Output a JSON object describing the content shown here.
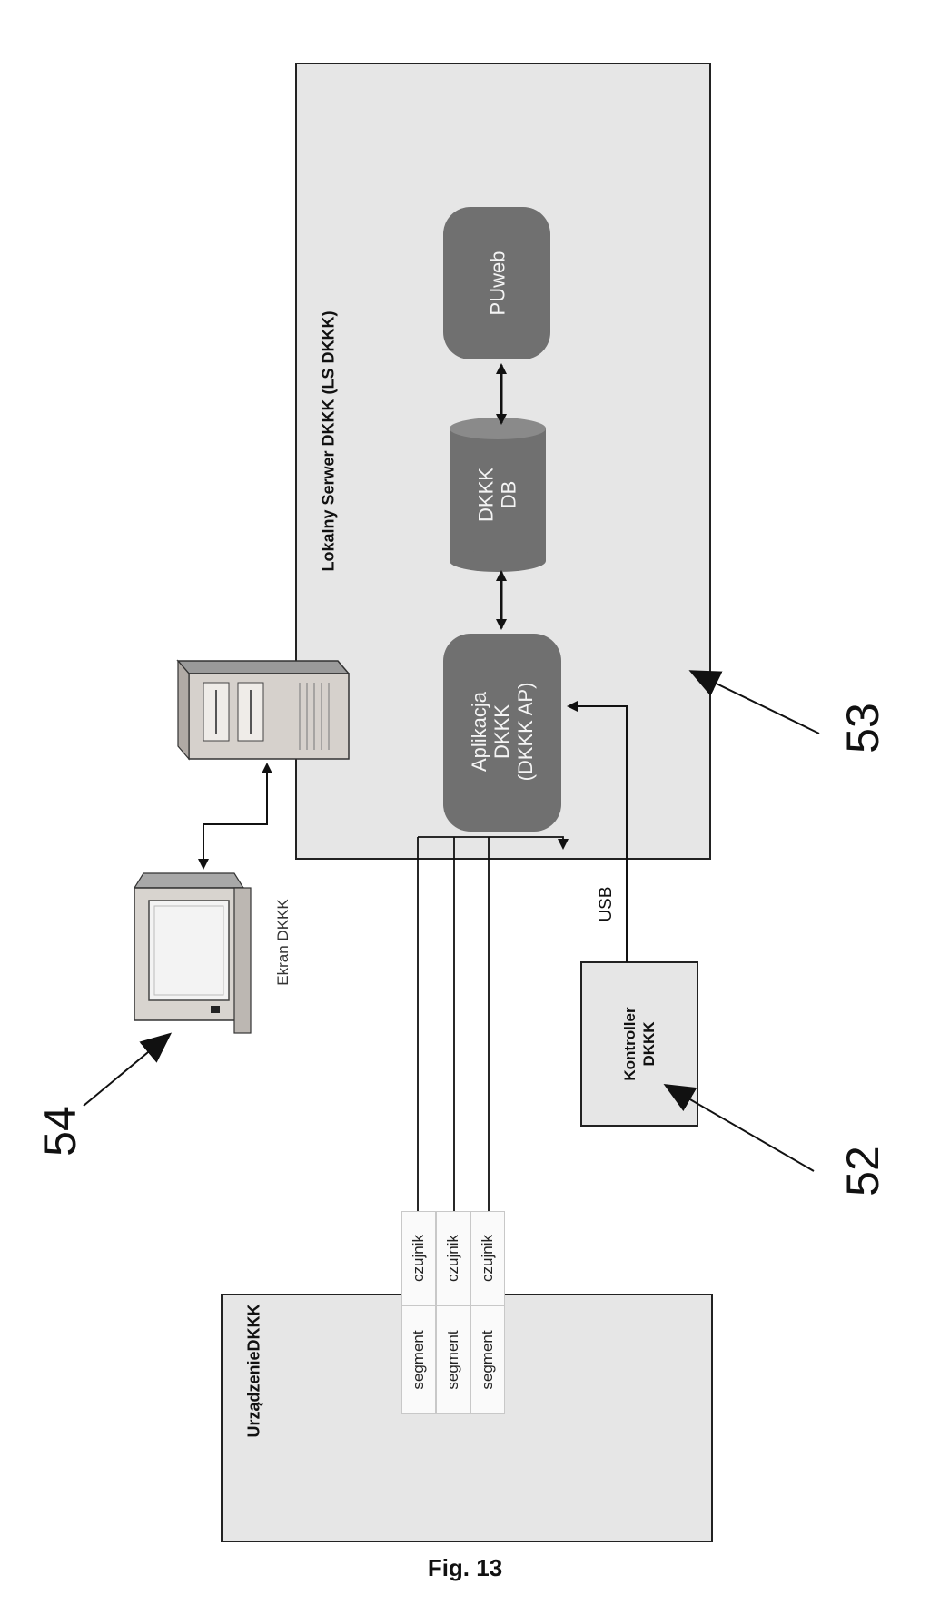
{
  "caption": "Fig. 13",
  "server": {
    "title": "Lokalny Serwer DKKK (LS DKKK)",
    "app_lines": [
      "Aplikacja",
      "DKKK",
      "(DKKK AP)"
    ],
    "db_lines": [
      "DKKK",
      "DB"
    ],
    "puweb": "PUweb"
  },
  "device": {
    "title": "UrządzenieDKKK",
    "rows": [
      {
        "segment": "segment",
        "sensor": "czujnik"
      },
      {
        "segment": "segment",
        "sensor": "czujnik"
      },
      {
        "segment": "segment",
        "sensor": "czujnik"
      }
    ]
  },
  "controller_lines": [
    "Kontroller",
    "DKKK"
  ],
  "usb_label": "USB",
  "screen_label": "Ekran DKKK",
  "refs": {
    "server": "53",
    "controller": "52",
    "screen": "54"
  },
  "colors": {
    "box_fill": "#e6e6e6",
    "node_fill": "#707070",
    "stroke": "#222222"
  }
}
